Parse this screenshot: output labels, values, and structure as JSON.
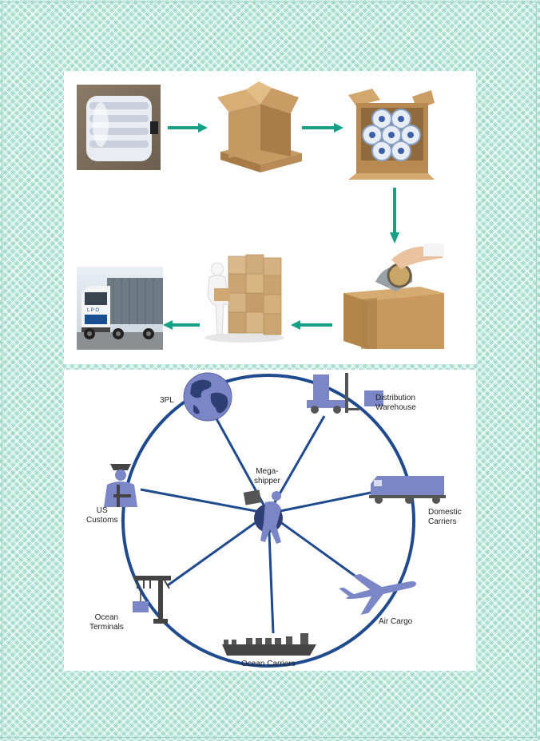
{
  "packing_process": {
    "steps": [
      {
        "icon": "tape-rolls-bag-photo"
      },
      {
        "icon": "cardboard-boxes-photo"
      },
      {
        "icon": "tape-rolls-in-box-photo"
      },
      {
        "icon": "box-taping-photo"
      },
      {
        "icon": "stacking-boxes-photo"
      },
      {
        "icon": "container-truck-photo"
      }
    ],
    "arrow_color": "#16a085"
  },
  "truck_plate": "L P O",
  "network": {
    "line_color": "#1f4a8e",
    "icon_color": "#7b86c6",
    "center": {
      "label_lines": [
        "Mega-",
        "shipper"
      ],
      "icon": "mega-shipper-icon"
    },
    "nodes": [
      {
        "id": "3pl",
        "label_lines": [
          "3PL"
        ],
        "icon": "globe-icon"
      },
      {
        "id": "distribution-warehouse",
        "label_lines": [
          "Distribution",
          "Warehouse"
        ],
        "icon": "forklift-icon"
      },
      {
        "id": "domestic-carriers",
        "label_lines": [
          "Domestic",
          "Carriers"
        ],
        "icon": "truck-icon"
      },
      {
        "id": "air-cargo",
        "label_lines": [
          "Air Cargo"
        ],
        "icon": "airplane-icon"
      },
      {
        "id": "ocean-carriers",
        "label_lines": [
          "Ocean Carriers"
        ],
        "icon": "ship-icon"
      },
      {
        "id": "ocean-terminals",
        "label_lines": [
          "Ocean",
          "Terminals"
        ],
        "icon": "crane-icon"
      },
      {
        "id": "us-customs",
        "label_lines": [
          "US",
          "Customs"
        ],
        "icon": "customs-officer-icon"
      }
    ]
  }
}
